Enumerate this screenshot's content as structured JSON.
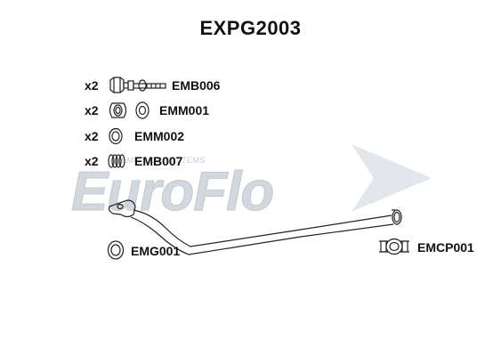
{
  "title": "EXPG2003",
  "watermark": {
    "brand": "EuroFlo",
    "tagline": "EMISSION SYSTEMS",
    "color": "#d3d8df"
  },
  "parts": [
    {
      "qty": "x2",
      "code": "EMB006",
      "icon": "bolt-icon"
    },
    {
      "qty": "x2",
      "code": "EMM001",
      "icon": "rubber-mount-icon"
    },
    {
      "qty": "x2",
      "code": "EMM002",
      "icon": "mount-ring-icon"
    },
    {
      "qty": "x2",
      "code": "EMB007",
      "icon": "spring-icon"
    }
  ],
  "gasket": {
    "code": "EMG001",
    "icon": "gasket-icon"
  },
  "clamp": {
    "code": "EMCP001",
    "icon": "clamp-icon"
  },
  "colors": {
    "line": "#222222",
    "text": "#111111"
  }
}
